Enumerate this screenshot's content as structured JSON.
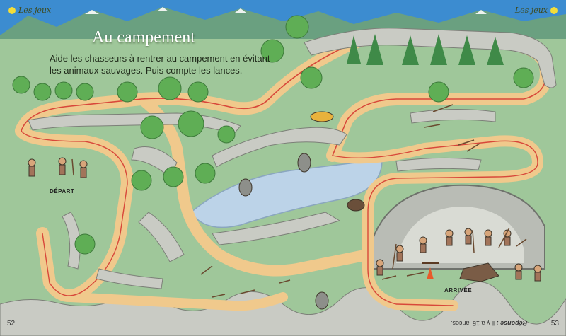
{
  "section_left": "Les jeux",
  "section_right": "Les jeux",
  "title": "Au campement",
  "instructions": "Aide les chasseurs à rentrer au campement en évitant les animaux sauvages. Puis compte les lances.",
  "start_label": "DÉPART",
  "finish_label": "ARRIVÉE",
  "page_left": "52",
  "page_right": "53",
  "answer_label": "Réponse :",
  "answer_text": "il y a 15 lances.",
  "colors": {
    "grass": "#9fc79a",
    "path": "#f0c98c",
    "path_line": "#d8473a",
    "rock": "#c9cbc4",
    "water": "#bcd3e8",
    "mountain": "#6aa080",
    "sky": "#3c8cd0",
    "tree": "#5fae55"
  }
}
